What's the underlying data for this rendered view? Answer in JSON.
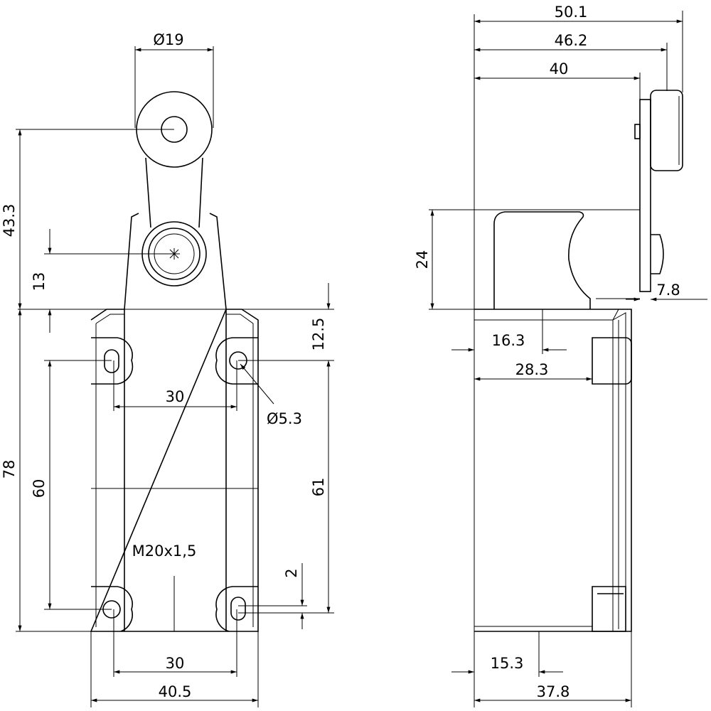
{
  "front_view": {
    "roller_diameter": "Ø19",
    "roller_height": "43.3",
    "hub_height": "13",
    "hole_top_offset": "12.5",
    "hole_spacing_top": "30",
    "hole_diameter": "Ø5.3",
    "body_height": "78",
    "hole_vertical_left": "60",
    "hole_vertical_right": "61",
    "thread": "M20x1,5",
    "slot_offset": "2",
    "hole_spacing_bottom": "30",
    "body_width": "40.5"
  },
  "side_view": {
    "total_depth": "50.1",
    "roller_face": "46.2",
    "lever_plate": "40",
    "head_height": "24",
    "roller_offset": "7.8",
    "button_offset": "16.3",
    "button_depth": "28.3",
    "conduit_offset": "15.3",
    "body_depth": "37.8"
  }
}
